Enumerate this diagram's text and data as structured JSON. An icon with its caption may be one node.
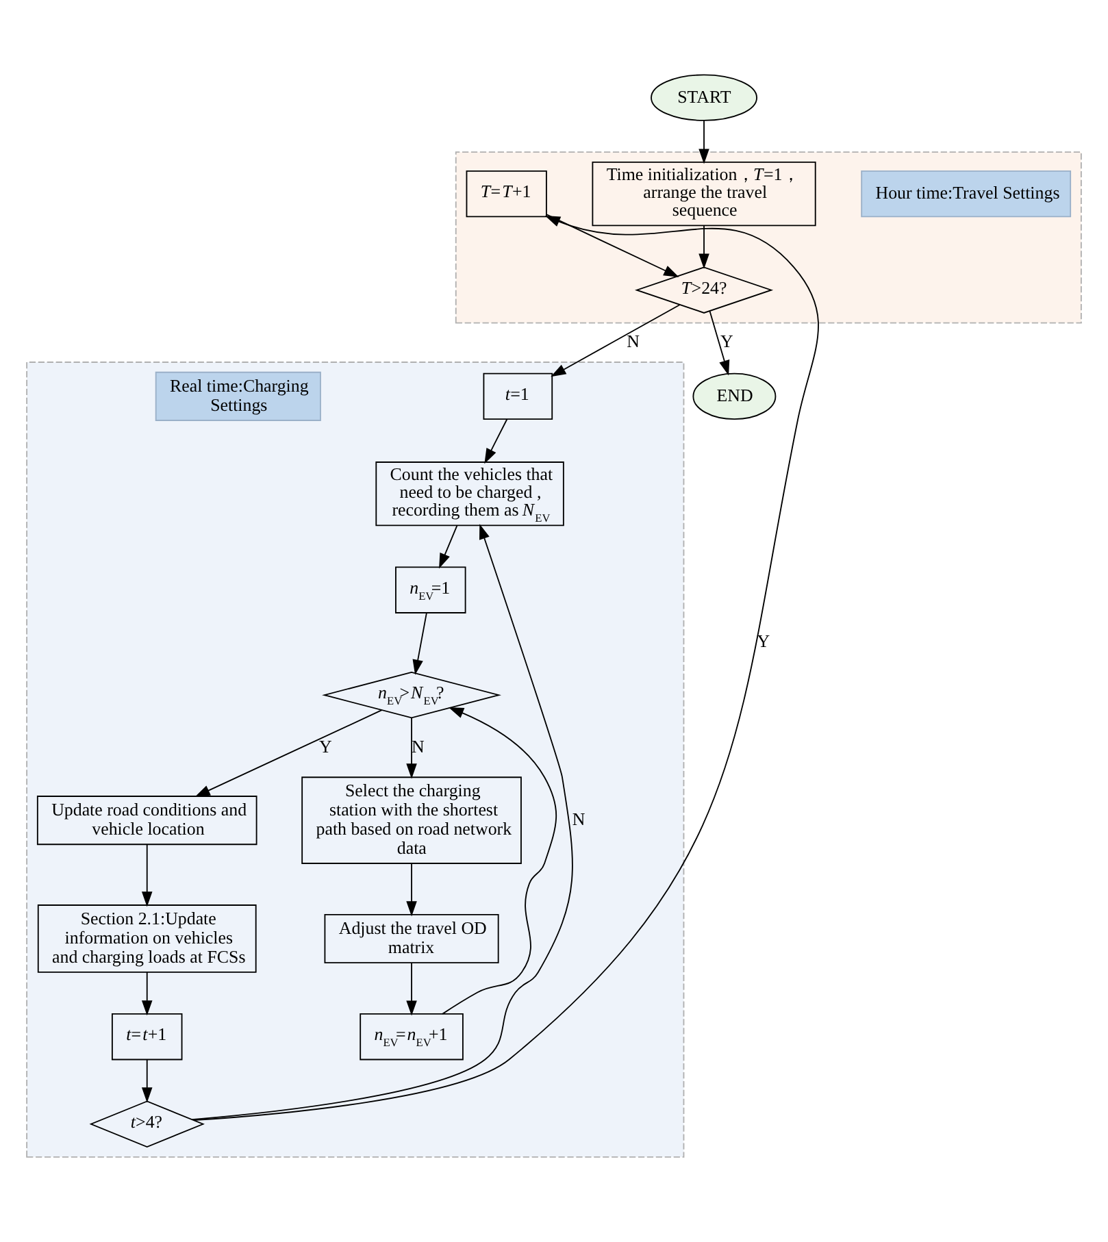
{
  "diagram": {
    "nodes": [
      {
        "text": [
          "START"
        ]
      },
      {
        "text": [],
        "shape": "box"
      },
      {
        "text": [
          "Hour time:Travel Settings"
        ],
        "in": 1
      },
      {
        "text": [
          "Time initialization，*T*=1， arrange the travel sequence"
        ],
        "in": 1
      },
      {
        "text": [
          "*T*>24?"
        ],
        "in": 1
      },
      {
        "text": [
          "*T*=*T*+1"
        ],
        "in": 1
      },
      {
        "text": [],
        "shape": "box"
      },
      {
        "text": [
          "*t*=1"
        ],
        "in": 6
      },
      {
        "text": [
          "Count the vehicles that need to be charged , recording them as *N*$_{EV}$"
        ],
        "in": 6
      },
      {
        "text": [
          "*n*$_{EV}$=1"
        ],
        "in": 6
      },
      {
        "text": [
          "*n*$_{EV}$>*N*$_{EV}$?"
        ],
        "in": 6
      },
      {
        "text": [
          "Update road conditions and vehicle location"
        ],
        "in": 6
      },
      {
        "text": [
          "Section 2.1:Update information on vehicles and charging loads at FCSs"
        ],
        "in": 6
      },
      {
        "text": [
          "*t*=*t*+1"
        ],
        "in": 6
      },
      {
        "text": [
          "*t*>4?"
        ],
        "in": 6
      },
      {
        "text": [
          "Select the charging station with the shortest path based on road network data"
        ],
        "in": 6
      },
      {
        "text": [
          "Adjust the travel OD matrix"
        ],
        "in": 6
      },
      {
        "text": [
          "*n*$_{EV}$=*n*$_{EV}$+1"
        ],
        "in": 6
      },
      {
        "text": [
          "Real time:Charging Settings"
        ],
        "in": 6
      },
      {
        "text": [
          "END"
        ]
      }
    ],
    "edges": [
      {
        "from": 0,
        "to": 3,
        "arrow": "to"
      },
      {
        "from": 3,
        "to": 4,
        "arrow": "to"
      },
      {
        "from": 4,
        "to": 19,
        "arrow": "to",
        "label": "Y"
      },
      {
        "from": 4,
        "to": 7,
        "arrow": "to",
        "label": "N"
      },
      {
        "from": 7,
        "to": 8,
        "arrow": "to"
      },
      {
        "from": 8,
        "to": 9,
        "arrow": "to"
      },
      {
        "from": 9,
        "to": 10,
        "arrow": "to"
      },
      {
        "from": 10,
        "to": 11,
        "arrow": "to",
        "label": "Y"
      },
      {
        "from": 10,
        "to": 15,
        "arrow": "to",
        "label": "N"
      },
      {
        "from": 15,
        "to": 16,
        "arrow": "to"
      },
      {
        "from": 16,
        "to": 17,
        "arrow": "to"
      },
      {
        "from": 17,
        "to": 10,
        "arrow": "to"
      },
      {
        "from": 11,
        "to": 12,
        "arrow": "to"
      },
      {
        "from": 12,
        "to": 13,
        "arrow": "to"
      },
      {
        "from": 13,
        "to": 14,
        "arrow": "to"
      },
      {
        "from": 14,
        "to": 8,
        "arrow": "to",
        "label": "N"
      },
      {
        "from": 14,
        "to": 5,
        "arrow": "to",
        "label": "Y"
      },
      {
        "from": 5,
        "to": 4,
        "arrow": "to"
      }
    ]
  }
}
